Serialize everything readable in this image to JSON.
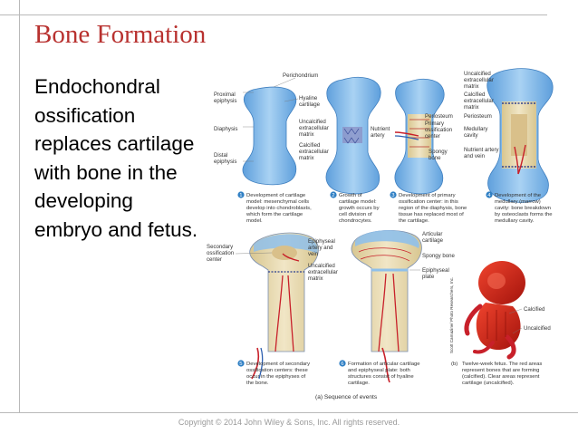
{
  "slide": {
    "title": "Bone Formation",
    "bullet": "Endochondral ossification replaces cartilage with bone in the developing embryo and fetus.",
    "footer": "Copyright © 2014 John Wiley & Sons, Inc. All rights reserved."
  },
  "figure": {
    "labels": {
      "perichondrium": "Perichondrium",
      "proximal1": "Proximal",
      "proximal2": "epiphysis",
      "hyaline1": "Hyaline",
      "hyaline2": "cartilage",
      "diaphysis": "Diaphysis",
      "uncalc1": "Uncalcified",
      "uncalc2": "extracellular",
      "uncalc3": "matrix",
      "calc1": "Calcified",
      "calc2": "extracellular",
      "calc3": "matrix",
      "distal1": "Distal",
      "distal2": "epiphysis",
      "nutrient1": "Nutrient",
      "nutrient2": "artery",
      "periosteum": "Periosteum",
      "primary1": "Primary",
      "primary2": "ossification",
      "primary3": "center",
      "spongy1": "Spongy",
      "spongy2": "bone",
      "r_uncalc1": "Uncalcified",
      "r_uncalc2": "extracellular",
      "r_uncalc3": "matrix",
      "r_calc1": "Calcified",
      "r_calc2": "extracellular",
      "r_calc3": "matrix",
      "r_periosteum": "Periosteum",
      "medullary1": "Medullary",
      "medullary2": "cavity",
      "nutrientvein1": "Nutrient artery",
      "nutrientvein2": "and vein",
      "secondary1": "Secondary",
      "secondary2": "ossification",
      "secondary3": "center",
      "epiart1": "Epiphyseal",
      "epiart2": "artery and",
      "epiart3": "vein",
      "b_uncalc1": "Uncalcified",
      "b_uncalc2": "extracellular",
      "b_uncalc3": "matrix",
      "articular1": "Articular",
      "articular2": "cartilage",
      "spongybone": "Spongy bone",
      "epiplate1": "Epiphyseal",
      "epiplate2": "plate",
      "calcified": "Calcified",
      "uncalcified": "Uncalcified",
      "credit": "Scott Camazine/ Photo Researchers, Inc."
    },
    "steps": [
      {
        "num": "1",
        "lines": [
          "Development of cartilage",
          "model: mesenchymal cells",
          "develop into chondroblasts,",
          "which form the cartilage",
          "model."
        ]
      },
      {
        "num": "2",
        "lines": [
          "Growth of",
          "cartilage model:",
          "growth occurs by",
          "cell division of",
          "chondrocytes."
        ]
      },
      {
        "num": "3",
        "lines": [
          "Development of primary",
          "ossification center: in this",
          "region of the diaphysis, bone",
          "tissue has replaced most of",
          "the cartilage."
        ]
      },
      {
        "num": "4",
        "lines": [
          "Development of the",
          "medullary (marrow)",
          "cavity: bone breakdown",
          "by osteoclasts forms the",
          "medullary cavity."
        ]
      },
      {
        "num": "5",
        "lines": [
          "Development of secondary",
          "ossification centers: these",
          "occur in the epiphyses of",
          "the bone."
        ]
      },
      {
        "num": "6",
        "lines": [
          "Formation of articular cartilage",
          "and epiphyseal plate: both",
          "structures consist of hyaline",
          "cartilage."
        ]
      }
    ],
    "fetus_caption": {
      "prefix": "(b)",
      "lines": [
        "Twelve-week fetus. The red areas",
        "represent bones that are forming",
        "(calcified). Clear areas represent",
        "cartilage (uncalcified)."
      ]
    },
    "sequence_caption": "(a) Sequence of events"
  },
  "colors": {
    "title": "#b8312f",
    "cartilage": "#8fc0ea",
    "bone": "#e8dbb2",
    "vessel": "#c8202a",
    "step_circle": "#2f7fc4",
    "fetus": "#d6241a"
  }
}
